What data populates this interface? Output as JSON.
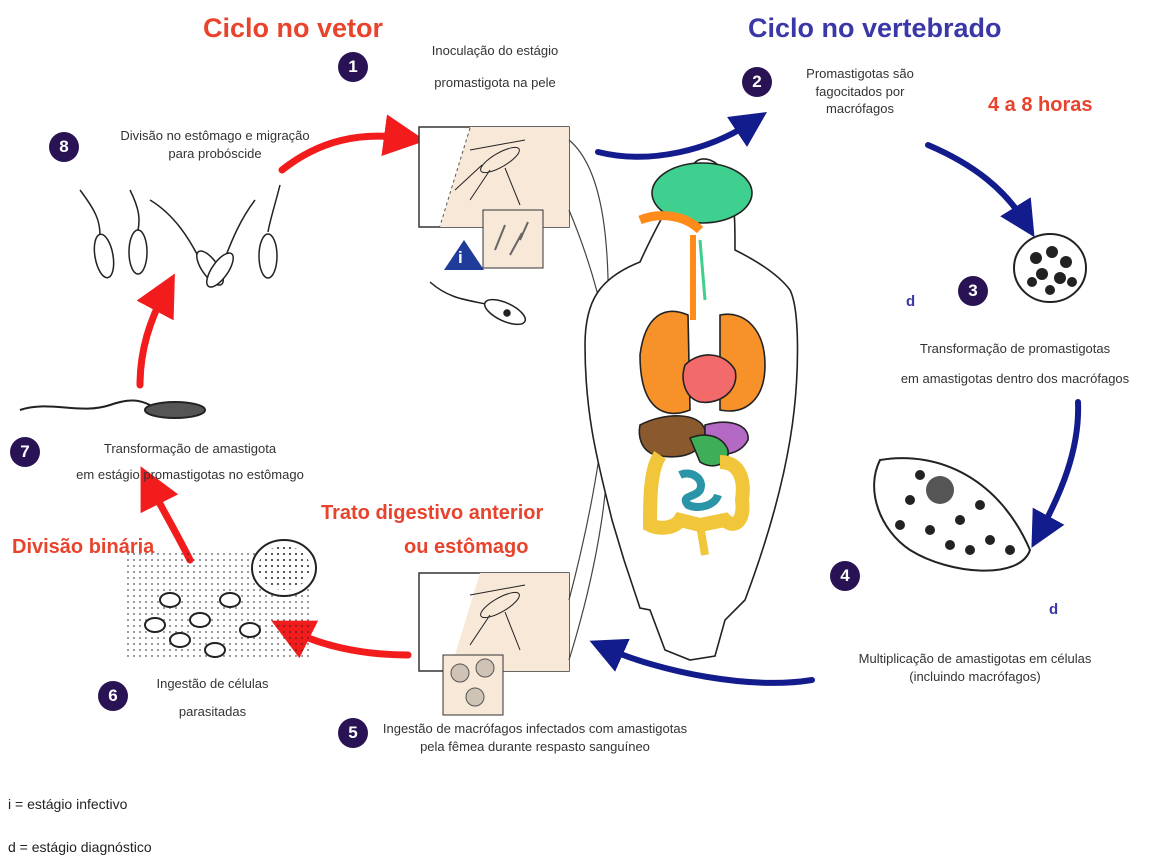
{
  "titles": {
    "vector": "Ciclo no vetor",
    "vertebrate": "Ciclo no vertebrado"
  },
  "highlights": {
    "time": "4 a 8 horas",
    "digestive_line1": "Trato digestivo anterior",
    "digestive_line2": "ou estômago",
    "binary_division": "Divisão binária"
  },
  "steps": [
    {
      "n": "1",
      "line1": "Inoculação do estágio",
      "line2": "promastigota na pele"
    },
    {
      "n": "2",
      "line1": "Promastigotas são",
      "line2": "fagocitados por",
      "line3": "macrófagos"
    },
    {
      "n": "3",
      "line1": "Transformação de promastigotas",
      "line2": "em amastigotas dentro dos macrófagos"
    },
    {
      "n": "4",
      "line1": "Multiplicação de amastigotas em células",
      "line2": "(incluindo macrófagos)"
    },
    {
      "n": "5",
      "line1": "Ingestão de macrófagos infectados com amastigotas",
      "line2": "pela fêmea durante respasto sanguíneo"
    },
    {
      "n": "6",
      "line1": "Ingestão de células",
      "line2": "parasitadas"
    },
    {
      "n": "7",
      "line1": "Transformação de amastigota",
      "line2": "em estágio promastigotas no estômago"
    },
    {
      "n": "8",
      "line1": "Divisão no estômago e migração",
      "line2": "para probóscide"
    }
  ],
  "markers": {
    "infective": "i",
    "diagnostic": "d"
  },
  "legend": {
    "infective": "i = estágio infectivo",
    "diagnostic": "d = estágio diagnóstico"
  },
  "colors": {
    "vector_arrow": "#f21c1c",
    "vertebrate_arrow": "#131c8c",
    "step_badge": "#2a1354"
  }
}
